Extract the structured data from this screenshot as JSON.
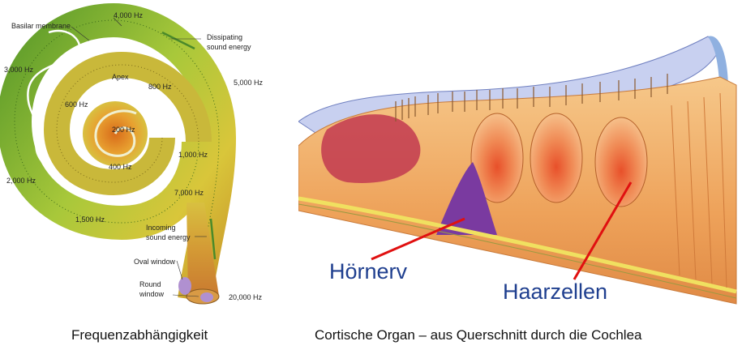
{
  "left_panel": {
    "labels": {
      "basilar": "Basilar membrane",
      "hz4000": "4,000 Hz",
      "dissipating": "Dissipating\nsound energy",
      "hz3000": "3,000 Hz",
      "hz800": "800 Hz",
      "apex": "Apex",
      "hz5000": "5,000 Hz",
      "hz600": "600 Hz",
      "hz200": "200 Hz",
      "hz1000": "1,000 Hz",
      "hz400": "400 Hz",
      "hz2000": "2,000 Hz",
      "hz7000": "7,000 Hz",
      "hz1500": "1,500 Hz",
      "incoming": "Incoming\nsound energy",
      "oval": "Oval window",
      "round": "Round\nwindow",
      "hz20000": "20,000 Hz"
    },
    "caption": "Frequenzabhängigkeit"
  },
  "right_panel": {
    "label_nerve": "Hörnerv",
    "label_hair": "Haarzellen",
    "label_color": "#1f3f8f",
    "pointer_color": "#e01010",
    "caption": "Cortische Organ – aus Querschnitt durch die Cochlea"
  }
}
